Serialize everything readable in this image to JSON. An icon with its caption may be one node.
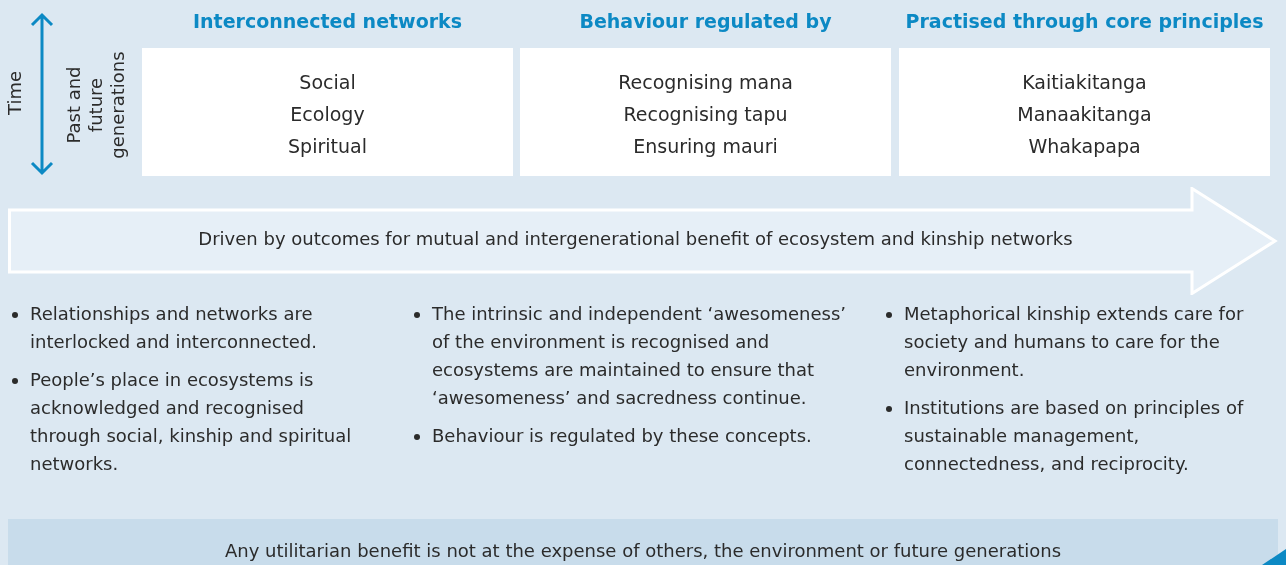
{
  "diagram": {
    "nodes": [
      {
        "text": [
          "Interconnected networks",
          "Social",
          "Ecology",
          "Spiritual"
        ]
      },
      {
        "text": [
          "Behaviour regulated by",
          "Recognising mana",
          "Recognising tapu",
          "Ensuring mauri"
        ]
      },
      {
        "text": [
          "Practised through core principles",
          "Kaitiakitanga",
          "Manaakitanga",
          "Whakapapa"
        ]
      },
      {
        "text": [
          "Driven by outcomes for mutual and intergenerational benefit of ecosystem and kinship networks"
        ]
      },
      {
        "text": [
          "Any utilitarian benefit is not at the expense of others, the environment or future generations"
        ]
      }
    ],
    "labels": [
      "Time",
      "Past and future generations",
      "Relationships and networks are interlocked and interconnected.",
      "People’s place in ecosystems is acknowledged and recognised through social, kinship and spiritual networks.",
      "The intrinsic and independent ‘awesomeness’ of the environment is recognised and ecosystems are maintained to ensure that ‘awesomeness’ and sacredness continue.",
      "Behaviour is regulated by these concepts.",
      "Metaphorical kinship extends care for society and humans to care for the environment.",
      "Institutions are based on principles of sustainable management, connectedness, and reciprocity."
    ]
  }
}
